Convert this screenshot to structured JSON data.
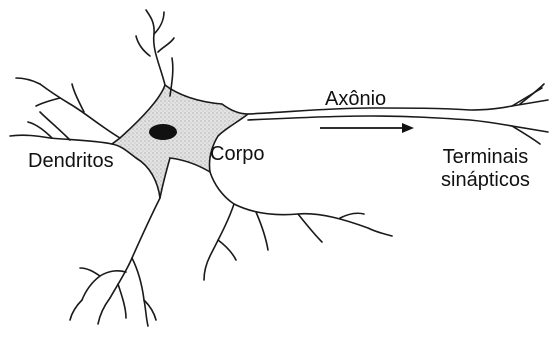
{
  "diagram": {
    "labels": {
      "dendritos": "Dendritos",
      "corpo": "Corpo",
      "axonio": "Axônio",
      "terminais_line1": "Terminais",
      "terminais_line2": "sinápticos"
    },
    "colors": {
      "stroke": "#1a1a1a",
      "soma_fill": "#d9d9d9",
      "nucleus": "#111111"
    }
  }
}
